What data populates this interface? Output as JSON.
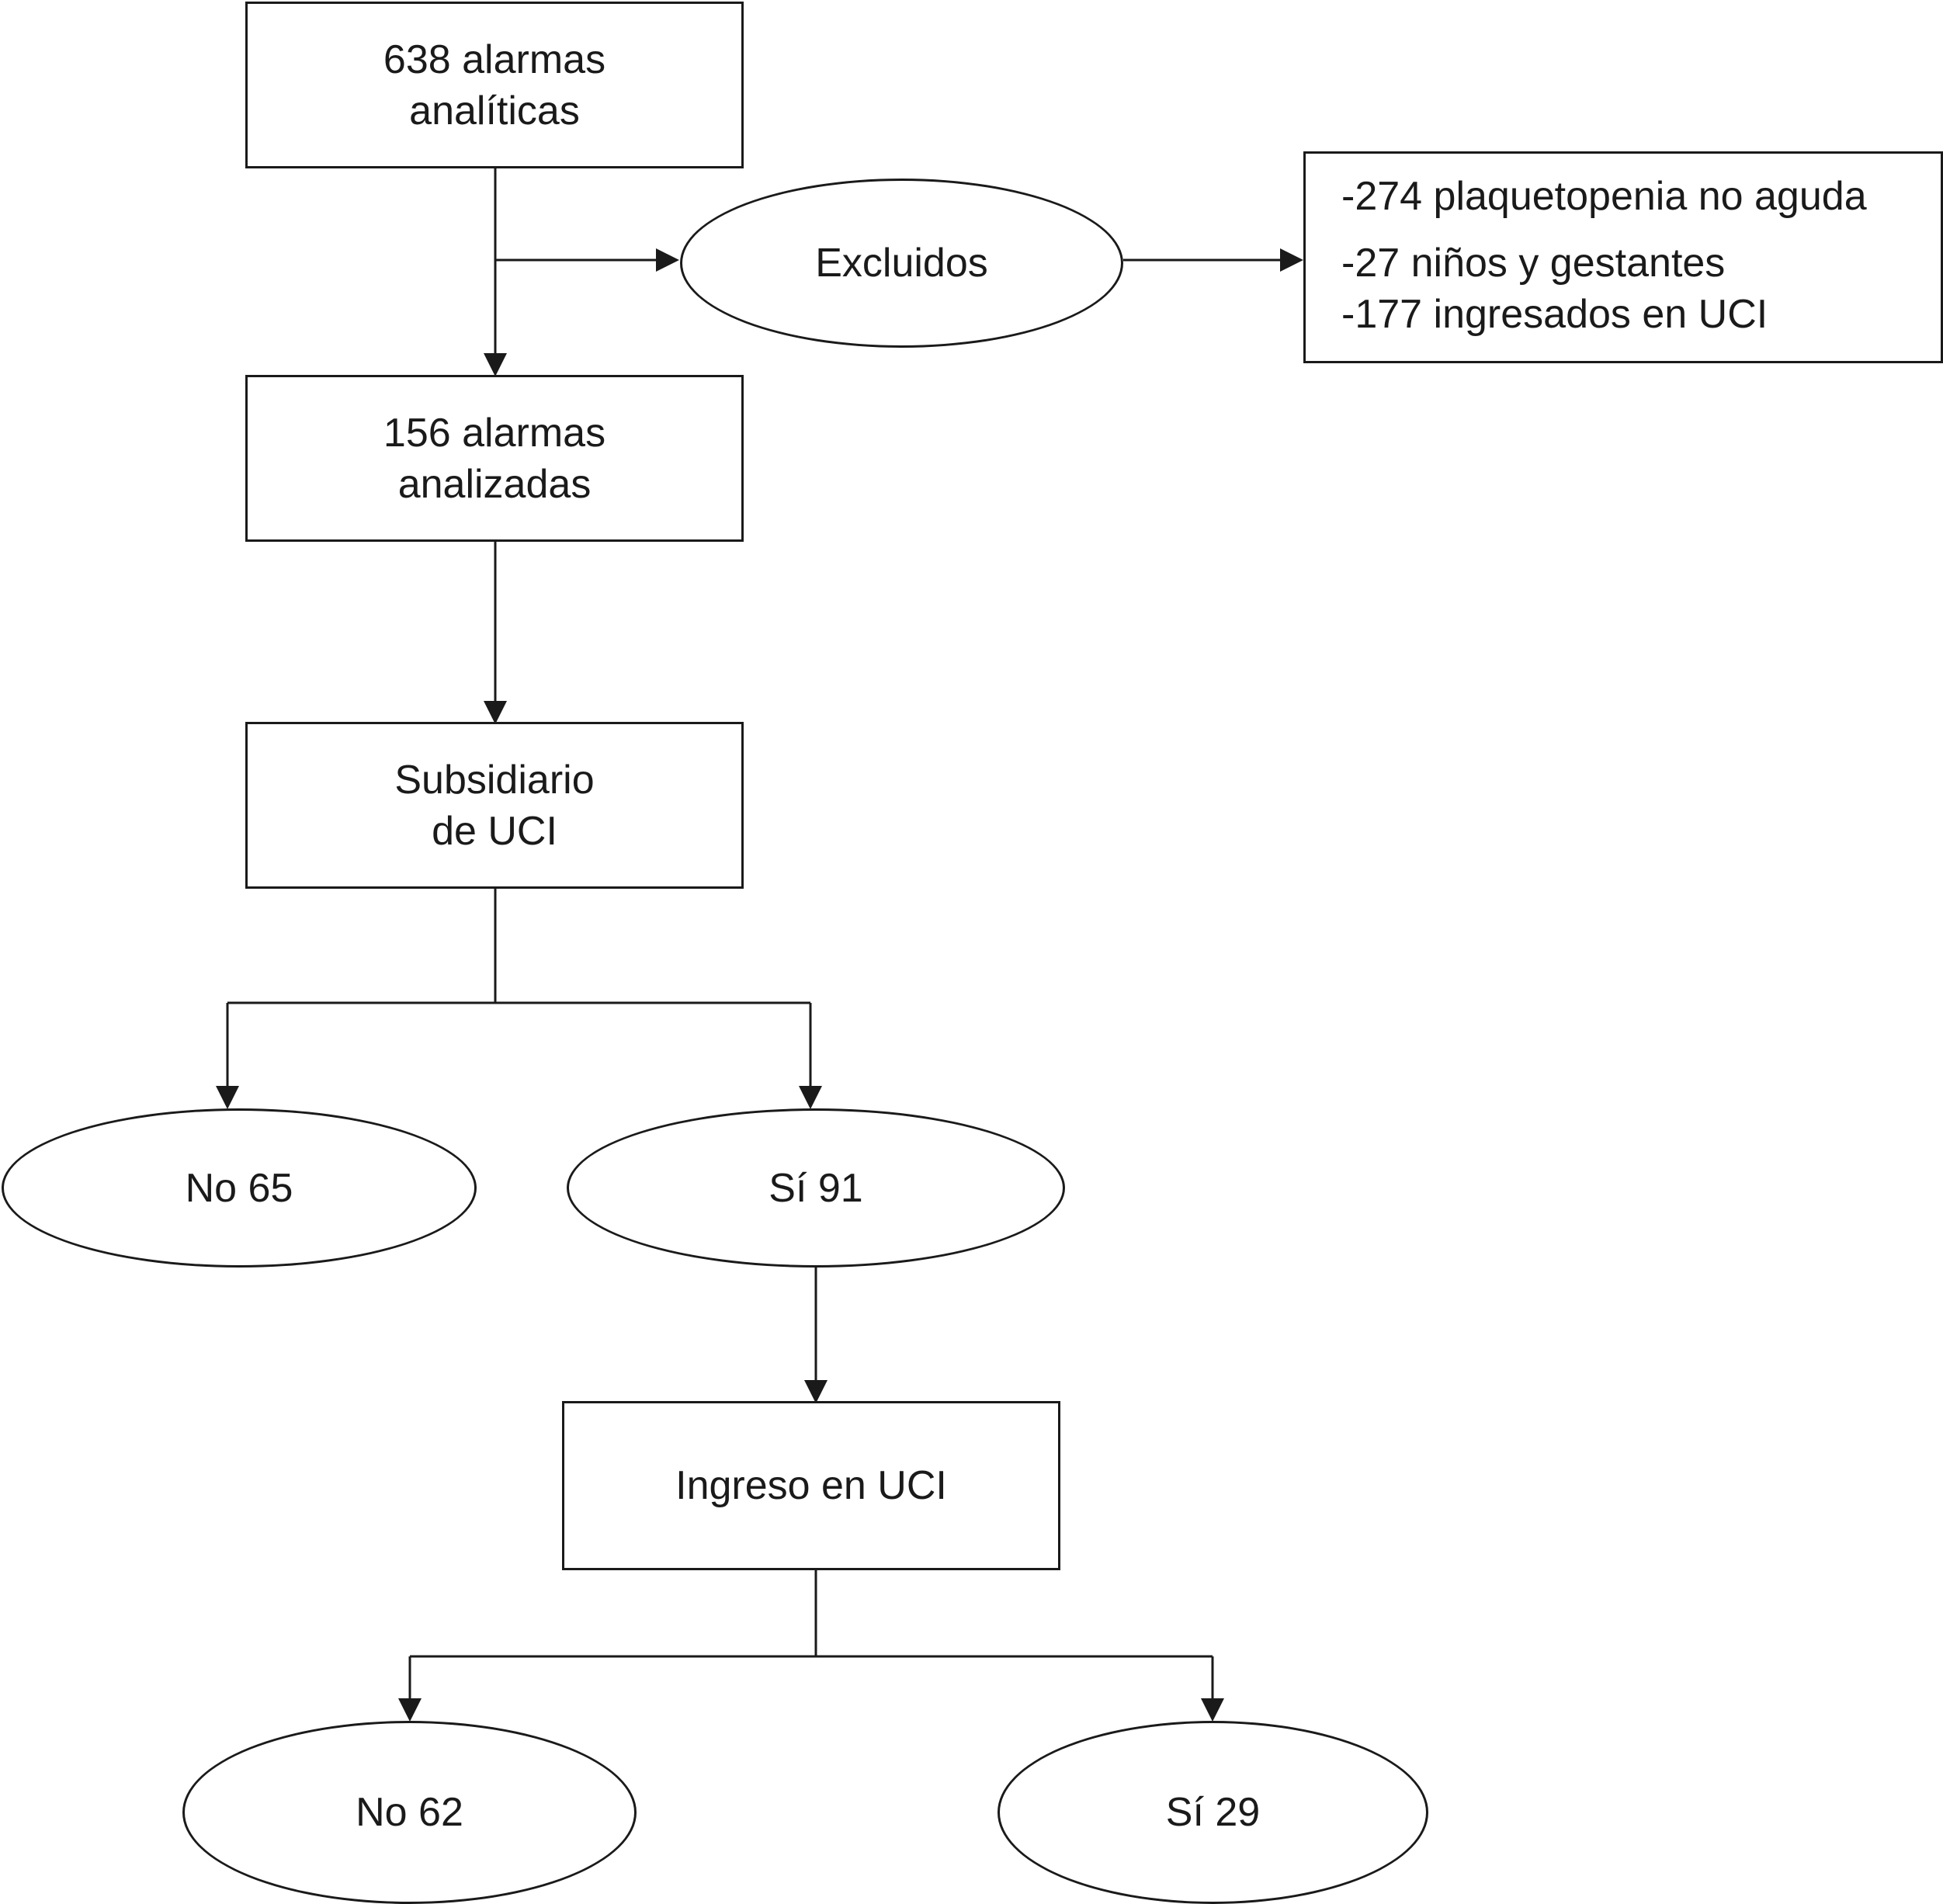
{
  "nodes": {
    "total_alarms": [
      "638 alarmas",
      "analíticas"
    ],
    "excluded": "Excluidos",
    "exclusion_reasons": [
      "-274 plaquetopenia no aguda",
      "-27 niños y gestantes",
      "-177 ingresados en UCI"
    ],
    "analyzed_alarms": [
      "156 alarmas",
      "analizadas"
    ],
    "icu_candidate": [
      "Subsidiario",
      "de UCI"
    ],
    "icu_candidate_no": "No 65",
    "icu_candidate_yes": "Sí 91",
    "icu_admission": "Ingreso en UCI",
    "icu_admission_no": "No 62",
    "icu_admission_yes": "Sí 29"
  }
}
